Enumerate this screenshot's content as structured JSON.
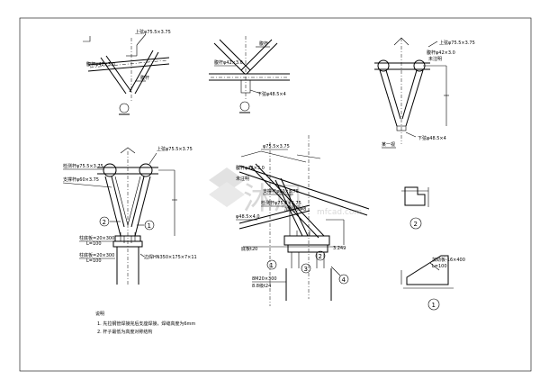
{
  "details": {
    "d1": {
      "label_top": "上弦φ75.5×3.75",
      "label_left": "腹杆φ42×3.0",
      "label_bottom": "腹杆"
    },
    "d2": {
      "label_a": "腹杆",
      "label_b": "腹杆φ42×3.0",
      "label_c": "下弦φ48.5×4"
    },
    "d3": {
      "label_a": "上弦φ75.5×3.75",
      "label_b": "腹杆φ42×3.0",
      "label_c": "未注明",
      "label_d": "下弦φ48.5×4",
      "label_e": "某一视"
    },
    "d4": {
      "label_a": "上弦φ75.5×3.75",
      "label_b": "检测杆φ75.5×3.75",
      "label_c": "支撑杆φ60×3.75",
      "label_d": "柱底板=20×300",
      "label_e": "L=100",
      "label_f": "柱底板=20×300",
      "label_g": "L=100",
      "label_h": "边焊HN350×175×7×11"
    },
    "d5": {
      "label_a": "φ75.5×3.75",
      "label_b": "腹杆φ42×3.0",
      "label_c": "未注明",
      "label_d": "支撑杆φ60×3.75",
      "label_e": "检测杆φ75.5×3.75",
      "label_f": "加劲肋t=8",
      "label_g": "φ48.5×4.0",
      "label_h": "底板t20",
      "label_i": "8M20×300",
      "label_j": "8.8级t24",
      "label_k": "3.249"
    },
    "d6": {
      "label_a": "加劲板-16×400",
      "label_b": "L=100"
    }
  },
  "markers": [
    "1",
    "2",
    "3",
    "4"
  ],
  "notes": {
    "heading": "说明",
    "line1": "1. 先拉钢管焊接完后支座焊接，焊缝高度为6mm",
    "line2": "2. 杆子最低为高度对称结构"
  },
  "watermark": {
    "main": "沐风",
    "sub": "mfcad.com"
  }
}
